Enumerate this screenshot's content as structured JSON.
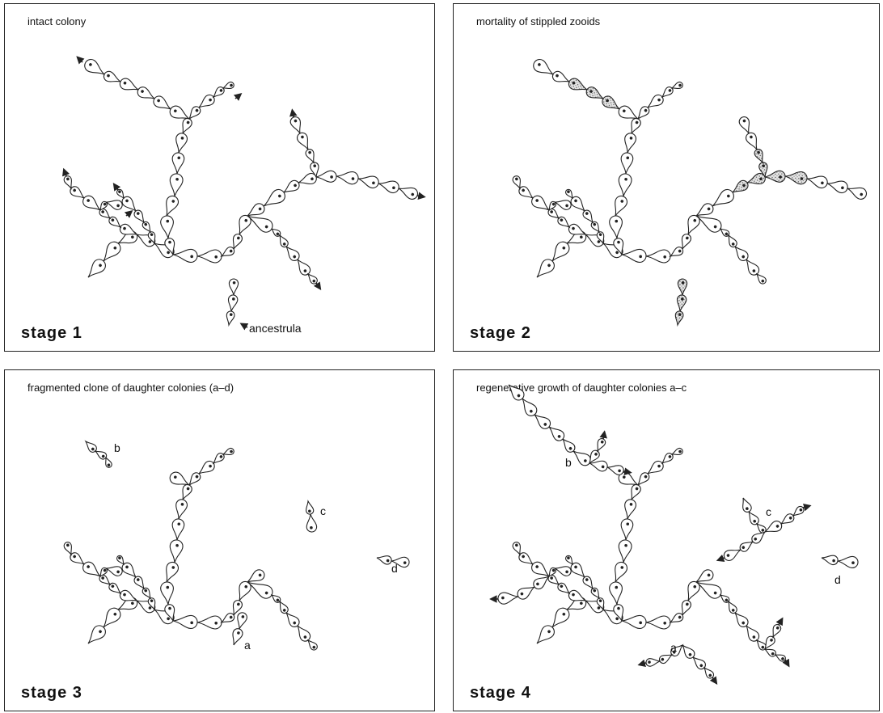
{
  "panels": [
    {
      "caption": "intact colony",
      "stage": "stage 1"
    },
    {
      "caption": "mortality of stippled zooids",
      "stage": "stage 2"
    },
    {
      "caption": "fragmented clone of daughter colonies  (a–d)",
      "stage": "stage 3"
    },
    {
      "caption": "regenerative growth of daughter colonies  a–c",
      "stage": "stage 4"
    }
  ],
  "labels": {
    "ancestrula": "ancestrula",
    "a": "a",
    "b": "b",
    "c": "c",
    "d": "d"
  },
  "colors": {
    "line": "#222222",
    "stipple": "#c8c8c8"
  }
}
